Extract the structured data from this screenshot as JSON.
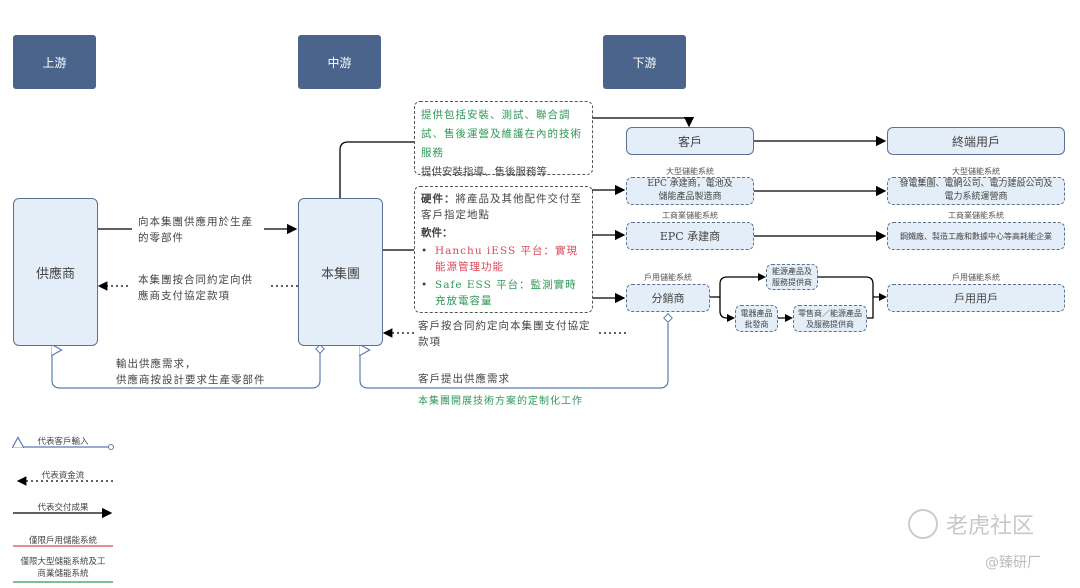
{
  "headers": {
    "upstream": "上游",
    "midstream": "中游",
    "downstream": "下游"
  },
  "nodes": {
    "supplier": "供應商",
    "group": "本集團",
    "customer": "客戶",
    "end_user": "終端用戶",
    "large_label": "大型儲能系統",
    "large_left": "EPC 承建商，電池及儲能產品製造商",
    "large_right": "發電集團、電網公司、電力建設公司及電力系統運營商",
    "ci_label": "工商業儲能系統",
    "ci_left": "EPC 承建商",
    "ci_right": "鋼鐵廠、製造工廠和數據中心等高耗能企業",
    "home_label": "戶用儲能系統",
    "distributor": "分銷商",
    "energy_provider": "能源產品及服務提供商",
    "appliance_wholesaler": "電器產品批發商",
    "retailer": "零售商／能源產品及服務提供商",
    "home_user": "戶用用戶"
  },
  "service_box": {
    "green_text": "提供包括安裝、測試、聯合調試、售後運營及維護在內的技術服務",
    "black_text": "提供安裝指導、售後服務等"
  },
  "delivery_box": {
    "hardware_label": "硬件：",
    "hardware_text": "將產品及其他配件交付至客戶指定地點",
    "software_label": "軟件：",
    "hanchu": "Hanchu iESS 平台：實現能源管理功能",
    "safe": "Safe ESS 平台：監測實時充放電容量"
  },
  "flows": {
    "supply_parts": "向本集團供應用於生產的零部件",
    "pay_supplier": "本集團按合同約定向供應商支付協定款項",
    "demand_output": "輸出供應需求，\n供應商按設計要求生產零部件",
    "customer_pay": "客戶按合同約定向本集團支付協定款項",
    "customer_demand": "客戶提出供應需求",
    "custom_solution": "本集團開展技術方案的定制化工作"
  },
  "legend": [
    {
      "label": "代表客戶輸入",
      "color": "#5b7bb5"
    },
    {
      "label": "代表資金流",
      "color": "#222222"
    },
    {
      "label": "代表交付成果",
      "color": "#000000"
    },
    {
      "label": "僅限戶用儲能系統",
      "color": "#d9485a"
    },
    {
      "label": "僅限大型儲能系統及工商業儲能系統",
      "color": "#2e9a57"
    }
  ],
  "watermark": {
    "brand": "老虎社区",
    "handle": "@臻研厂"
  }
}
